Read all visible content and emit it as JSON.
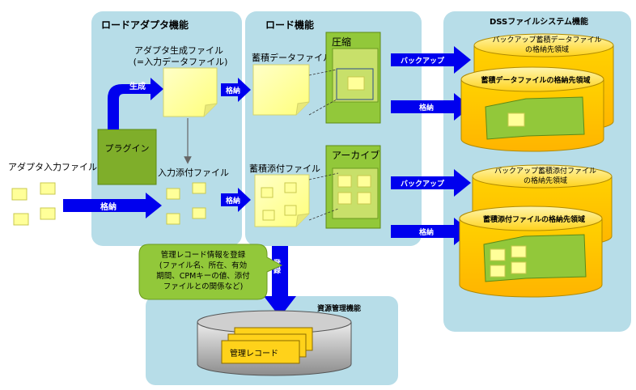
{
  "panels": {
    "load_adapter": "ロードアダプタ機能",
    "load": "ロード機能",
    "dss": "DSSファイルシステム機能",
    "resource": "資源管理機能"
  },
  "labels": {
    "adapter_input_file": "アダプタ入力ファイル",
    "adapter_gen_file_1": "アダプタ生成ファイル",
    "adapter_gen_file_2": "(=入力データファイル)",
    "input_attach_file": "入力添付ファイル",
    "plugin": "プラグイン",
    "accum_data_file": "蓄積データファイル",
    "accum_attach_file": "蓄積添付ファイル",
    "compress": "圧縮",
    "archive": "アーカイブ",
    "mgmt_record": "管理レコード"
  },
  "arrows": {
    "generate": "生成",
    "store": "格納",
    "backup": "バックアップ",
    "register": "登録"
  },
  "cylinders": {
    "backup_data_1": "バックアップ蓄積データファイル",
    "backup_data_2": "の格納先領域",
    "data_area": "蓄積データファイルの格納先領域",
    "backup_attach_1": "バックアップ蓄積添付ファイル",
    "backup_attach_2": "の格納先領域",
    "attach_area": "蓄積添付ファイルの格納先領域"
  },
  "callout": {
    "line1": "管理レコード情報を登録",
    "line2": "(ファイル名、所在、有効",
    "line3": "期間、CPMキーの値、添付",
    "line4": "ファイルとの関係など)"
  },
  "colors": {
    "panel": "#b7dde8",
    "note": "#ffff99",
    "plugin": "#7fae2a",
    "arrow": "#0000ee",
    "cylinder": "#ffcc00",
    "callout": "#92c83a"
  }
}
